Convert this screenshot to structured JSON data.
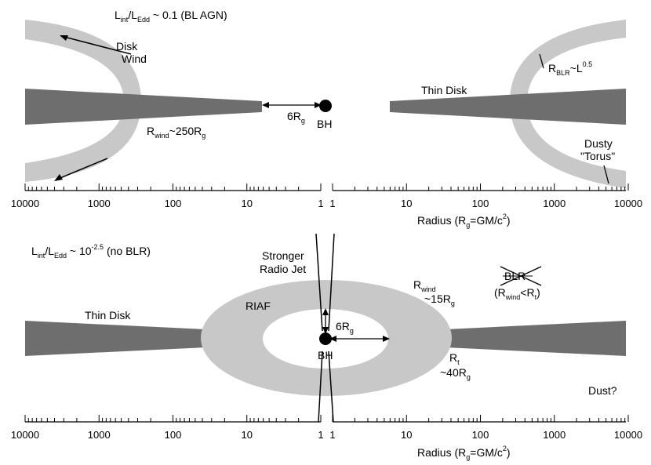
{
  "top_panel": {
    "title": {
      "lead": "L",
      "sub1": "int",
      "mid": "/L",
      "sub2": "Edd",
      "rest": " ~ 0.1 (BL AGN)"
    },
    "disk_wind": {
      "line1": "Disk",
      "line2": "Wind"
    },
    "r_wind": {
      "lead": "R",
      "sub": "wind",
      "rest": "~250R",
      "sub2": "g"
    },
    "inner_gap": {
      "lead": "6R",
      "sub": "g"
    },
    "bh": "BH",
    "thin_disk": "Thin Disk",
    "r_blr": {
      "lead": "R",
      "sub": "BLR",
      "rest": "~L",
      "sup": "0.5"
    },
    "dusty_torus": {
      "line1": "Dusty",
      "line2": "\"Torus\""
    }
  },
  "bottom_panel": {
    "title": {
      "lead": "L",
      "sub1": "int",
      "mid": "/L",
      "sub2": "Edd",
      "rest": " ~ 10",
      "sup": "-2.5",
      "tail": " (no BLR)"
    },
    "jet": {
      "line1": "Stronger",
      "line2": "Radio Jet"
    },
    "thin_disk": "Thin Disk",
    "riaf": "RIAF",
    "inner_gap": {
      "lead": "6R",
      "sub": "g"
    },
    "bh": "BH",
    "r_wind": {
      "lead": "R",
      "sub": "wind",
      "line2": "~15R",
      "sub2": "g"
    },
    "r_t": {
      "lead": "R",
      "sub": "t",
      "line2": "~40R",
      "sub2": "g"
    },
    "blr": {
      "struck": "BLR",
      "lead": "(R",
      "sub1": "wind",
      "mid": "<R",
      "sub2": "t",
      "tail": ")"
    },
    "dust": "Dust?"
  },
  "axes": {
    "left_ticks": [
      "10000",
      "1000",
      "100",
      "10",
      "1"
    ],
    "right_ticks": [
      "1",
      "10",
      "100",
      "1000",
      "10000"
    ],
    "xlabel": {
      "lead": "Radius (R",
      "sub": "g",
      "tail": "=GM/c",
      "sup": "2",
      "close": ")"
    }
  },
  "colors": {
    "disk": "#6e6e6e",
    "light_gray": "#c8c8c8",
    "ink": "#000000"
  }
}
